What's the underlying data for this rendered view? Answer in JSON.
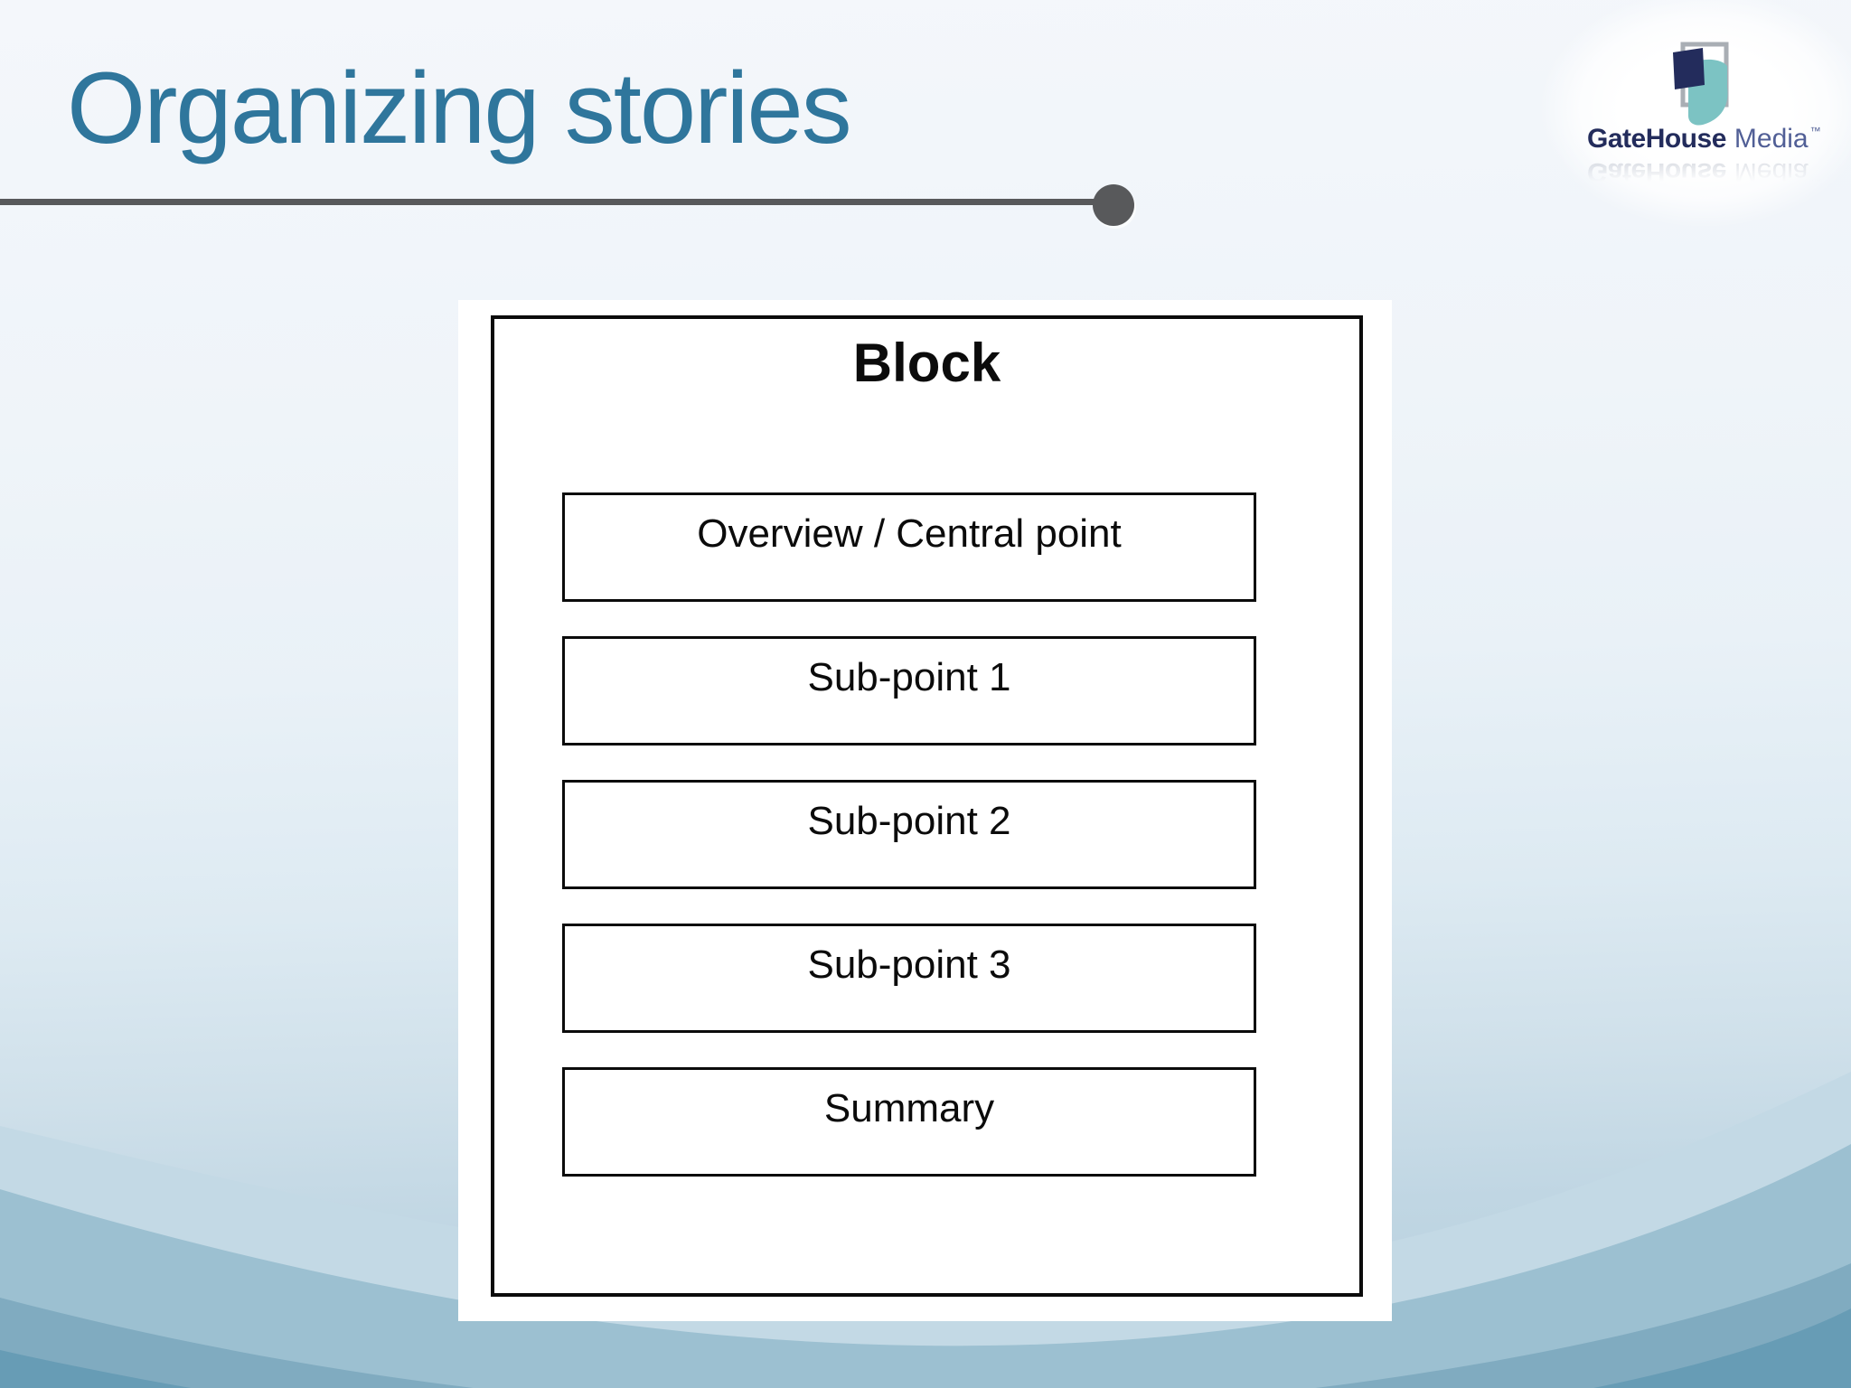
{
  "title": "Organizing stories",
  "logo": {
    "name": "GateHouse Media",
    "brand_bold": "GateHouse",
    "brand_light": "Media",
    "trademark": "™",
    "icon": "gatehouse-book-icon",
    "colors": {
      "navy": "#232c5c",
      "teal": "#7cc3c3",
      "slate": "#515f96",
      "frame_gray": "#a9aeb4"
    }
  },
  "diagram": {
    "heading": "Block",
    "boxes": [
      {
        "label": "Overview / Central point"
      },
      {
        "label": "Sub-point 1"
      },
      {
        "label": "Sub-point 2"
      },
      {
        "label": "Sub-point 3"
      },
      {
        "label": "Summary"
      }
    ]
  },
  "theme": {
    "title_color": "#2f769c",
    "divider_color": "#58595b",
    "panel_bg": "#ffffff",
    "box_border": "#0b0b0b",
    "wave_colors": [
      "#c3d9e5",
      "#9cc0d1",
      "#80abc0",
      "#679cb5"
    ]
  }
}
